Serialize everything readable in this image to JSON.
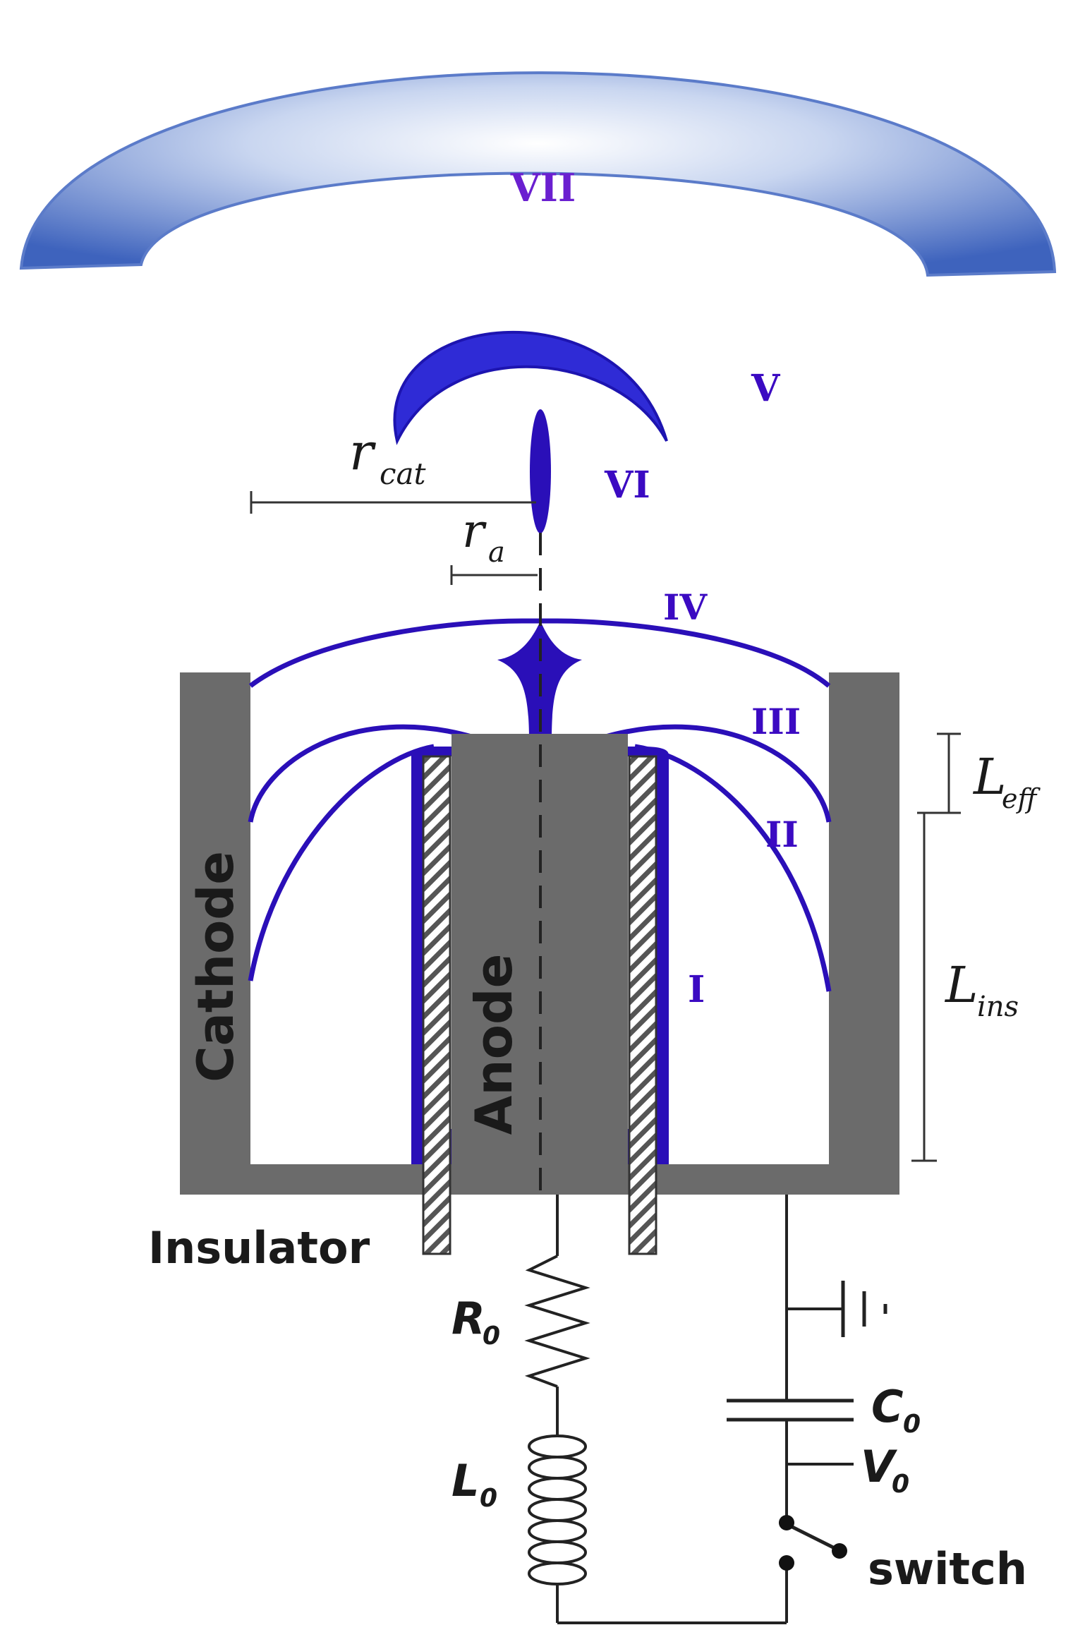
{
  "regions": {
    "r1": "I",
    "r2": "II",
    "r3": "III",
    "r4": "IV",
    "r5": "V",
    "r6": "VI",
    "r7": "VII"
  },
  "electrodes": {
    "cathode": "Cathode",
    "anode": "Anode",
    "insulator": "Insulator"
  },
  "dimensions": {
    "r_cat_main": "r",
    "r_cat_sub": "cat",
    "r_a_main": "r",
    "r_a_sub": "a",
    "l_eff_main": "L",
    "l_eff_sub": "eff",
    "l_ins_main": "L",
    "l_ins_sub": "ins"
  },
  "circuit": {
    "r0_main": "R",
    "r0_sub": "0",
    "l0_main": "L",
    "l0_sub": "0",
    "c0_main": "C",
    "c0_sub": "0",
    "v0_main": "V",
    "v0_sub": "0",
    "switch": "switch"
  },
  "colors": {
    "plasma": "#2a0fb8",
    "electrode": "#6b6b6b",
    "arc_top": "#4a6fc6",
    "wire": "#222222"
  }
}
